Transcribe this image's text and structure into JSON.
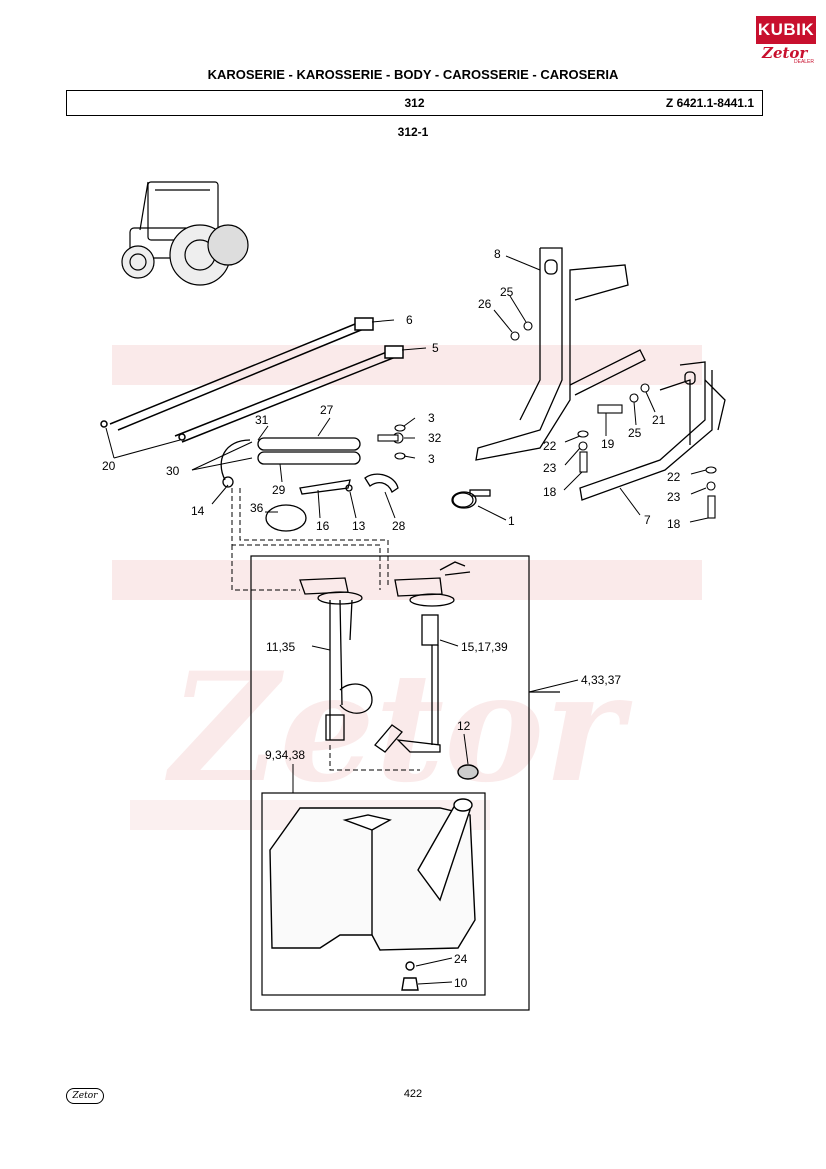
{
  "header": {
    "logo_top": "KUBIK",
    "logo_brand": "Zetor",
    "logo_sub": "DEALER",
    "title": "KAROSERIE - KAROSSERIE - BODY - CAROSSERIE - CAROSERIA",
    "group": "312",
    "model_range": "Z 6421.1-8441.1",
    "subgroup": "312-1"
  },
  "callouts": [
    "1",
    "3",
    "3",
    "4,33,37",
    "5",
    "6",
    "7",
    "8",
    "9,34,38",
    "10",
    "11,35",
    "12",
    "13",
    "14",
    "15,17,39",
    "16",
    "18",
    "18",
    "19",
    "20",
    "21",
    "22",
    "22",
    "23",
    "23",
    "24",
    "25",
    "25",
    "26",
    "27",
    "28",
    "29",
    "30",
    "31",
    "32",
    "36"
  ],
  "watermark": {
    "text": "Zetor",
    "color": "#e8a0a0"
  },
  "footer": {
    "logo": "Zetor",
    "page_number": "422"
  },
  "colors": {
    "accent": "#c8102e",
    "line": "#000000"
  }
}
